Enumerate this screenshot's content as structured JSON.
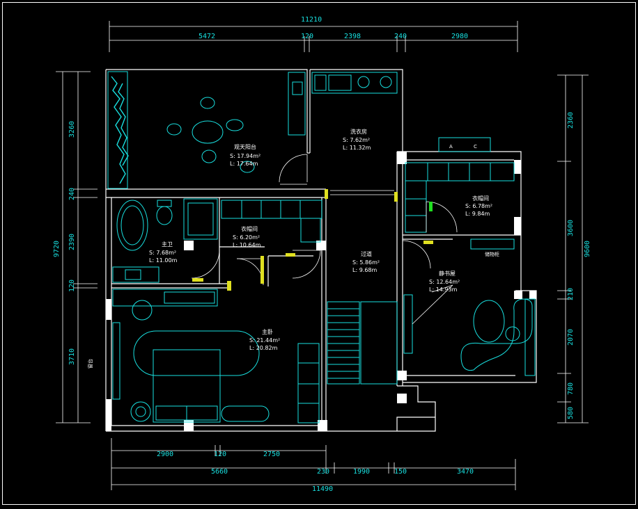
{
  "dims": {
    "top_total": "11210",
    "top_segments": [
      "5472",
      "120",
      "2398",
      "240",
      "2980"
    ],
    "bottom_total": "11490",
    "bottom_row1": [
      "2900",
      "120",
      "2750"
    ],
    "bottom_row2": [
      "5660",
      "230",
      "1990",
      "150",
      "3470"
    ],
    "left_total": "9720",
    "left_segments": [
      "3260",
      "240",
      "2390",
      "120",
      "3710"
    ],
    "right_total": "9600",
    "right_segments": [
      "2360",
      "3600",
      "210",
      "2070",
      "780",
      "580"
    ]
  },
  "rooms": [
    {
      "key": "balcony",
      "name": "观天阳台",
      "area": "S: 17.94m²",
      "perim": "L: 17.64m"
    },
    {
      "key": "laundry",
      "name": "洗衣房",
      "area": "S: 7.62m²",
      "perim": "L: 11.32m"
    },
    {
      "key": "closet_r",
      "name": "衣帽间",
      "area": "S: 6.78m²",
      "perim": "L: 9.84m"
    },
    {
      "key": "closet_m",
      "name": "衣帽间",
      "area": "S: 6.20m²",
      "perim": "L: 10.64m"
    },
    {
      "key": "bath",
      "name": "主卫",
      "area": "S: 7.68m²",
      "perim": "L: 11.00m"
    },
    {
      "key": "hall",
      "name": "过道",
      "area": "S: 5.86m²",
      "perim": "L: 9.68m"
    },
    {
      "key": "study",
      "name": "静书屋",
      "area": "S: 12.64m²",
      "perim": "L: 14.93m"
    },
    {
      "key": "master",
      "name": "主卧",
      "area": "S: 21.44m²",
      "perim": "L: 20.82m"
    }
  ],
  "annotations": {
    "a": "A",
    "c": "C",
    "storage": "储物柜",
    "side": "窗台"
  }
}
